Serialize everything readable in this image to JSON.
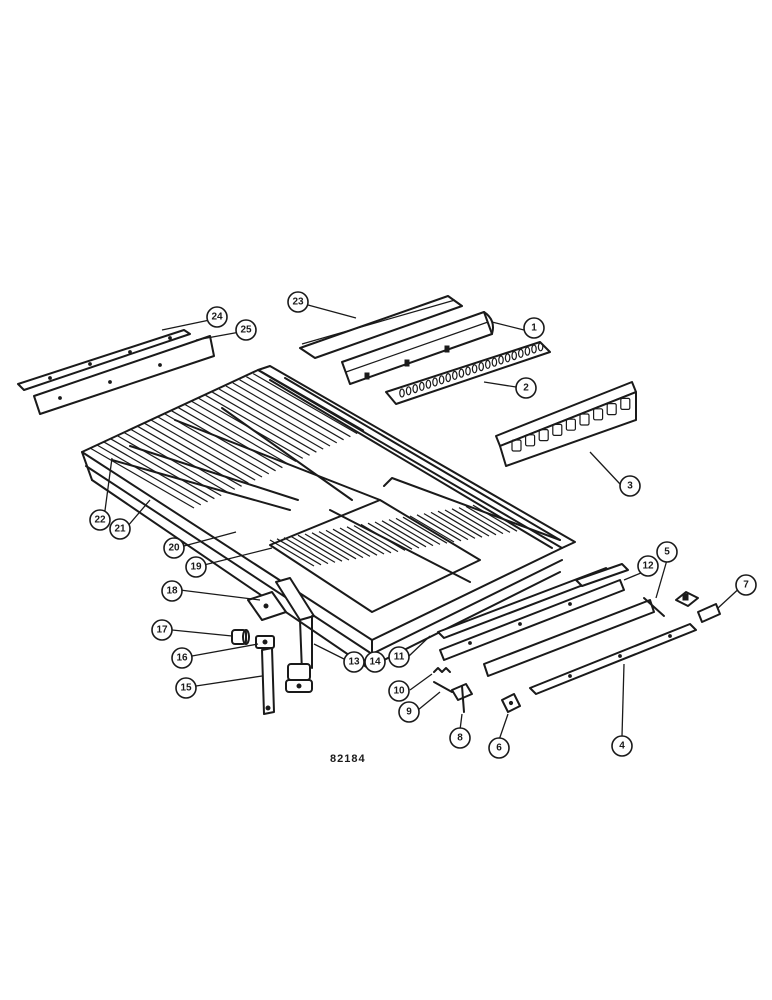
{
  "figure_id": "82184",
  "callouts": [
    {
      "label": "1"
    },
    {
      "label": "2"
    },
    {
      "label": "3"
    },
    {
      "label": "4"
    },
    {
      "label": "5"
    },
    {
      "label": "6"
    },
    {
      "label": "7"
    },
    {
      "label": "8"
    },
    {
      "label": "9"
    },
    {
      "label": "10"
    },
    {
      "label": "11"
    },
    {
      "label": "12"
    },
    {
      "label": "13"
    },
    {
      "label": "14"
    },
    {
      "label": "15"
    },
    {
      "label": "16"
    },
    {
      "label": "17"
    },
    {
      "label": "18"
    },
    {
      "label": "19"
    },
    {
      "label": "20"
    },
    {
      "label": "21"
    },
    {
      "label": "22"
    },
    {
      "label": "23"
    },
    {
      "label": "24"
    },
    {
      "label": "25"
    }
  ]
}
